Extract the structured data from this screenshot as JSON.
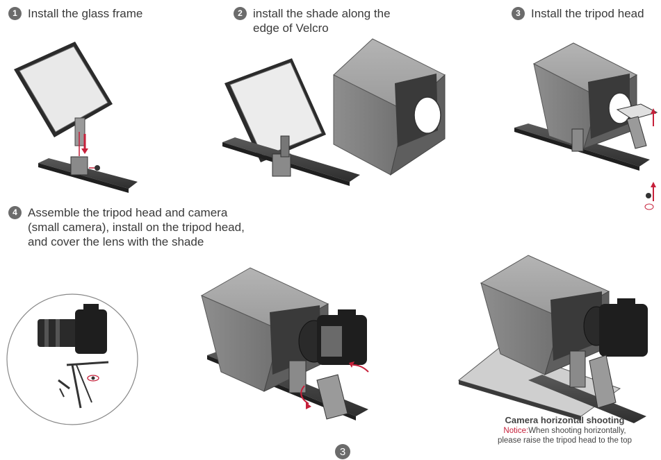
{
  "steps": [
    {
      "num": "1",
      "text": "Install the glass frame"
    },
    {
      "num": "2",
      "text": "install the shade along the\nedge of Velcro"
    },
    {
      "num": "3",
      "text": "Install the tripod head"
    },
    {
      "num": "4",
      "text": "Assemble the tripod head and camera\n(small camera), install on the tripod head,\nand cover the lens with the shade"
    }
  ],
  "caption": {
    "title": "Camera horizontal shooting",
    "notice_label": "Notice:",
    "notice_text": "When shooting horizontally,",
    "notice_text2": "please raise the tripod head to the top"
  },
  "page_number": "3",
  "colors": {
    "accent": "#c6203a",
    "badge": "#6b6b6b",
    "text": "#3a3a3a"
  }
}
